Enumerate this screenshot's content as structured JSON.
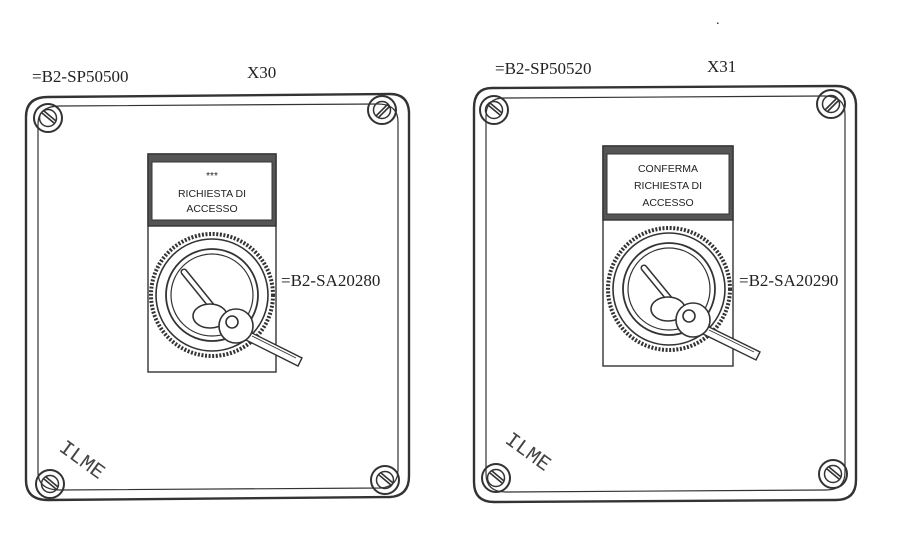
{
  "stray_mark": ".",
  "colors": {
    "ink": "#333333",
    "paper": "#ffffff",
    "label_window": "#555555"
  },
  "boxes": [
    {
      "reference": "=B2-SP50500",
      "connector": "X30",
      "label_lines": [
        "***",
        "RICHIESTA DI",
        "ACCESSO"
      ],
      "selector_tag": "=B2-SA20280",
      "brand": "ILME"
    },
    {
      "reference": "=B2-SP50520",
      "connector": "X31",
      "label_lines": [
        "CONFERMA",
        "RICHIESTA DI",
        "ACCESSO"
      ],
      "selector_tag": "=B2-SA20290",
      "brand": "ILME"
    }
  ]
}
